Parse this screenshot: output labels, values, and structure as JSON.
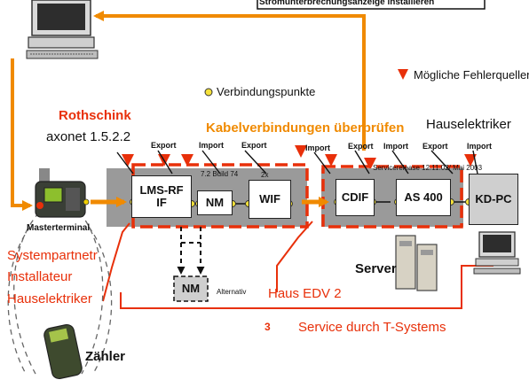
{
  "banner": {
    "text": "Stromunterbrechungsanzeige installieren"
  },
  "legend": {
    "connection_points": "Verbindungspunkte",
    "error_sources": "Mögliche Fehlerquellen"
  },
  "vendor": {
    "name": "Rothschink",
    "software": "axonet 1.5.2.2"
  },
  "cable_check": "Kabelverbindungen überprüfen",
  "hauselektriker_top": "Hauselektriker",
  "boxes": {
    "lms": "LMS-RF IF",
    "nm": "NM",
    "wif": "WIF",
    "cdif": "CDIF",
    "as400": "AS 400",
    "kdpc": "KD-PC",
    "nm_alt": "NM"
  },
  "build_label": "7.2 Build 74",
  "multiplier": "2x",
  "service_release": "Servicerelease 12.11.02/ Mai 2003",
  "export_import": {
    "e1": "Export",
    "i1": "Import",
    "e2": "Export",
    "i2": "Import",
    "e3": "Export",
    "i3": "Import",
    "e4": "Export",
    "i4": "Import"
  },
  "alternativ": "Alternativ",
  "masterterminal": "Masterterminal",
  "roles": {
    "systempartner": "Systempartnetr",
    "installateur": "Installateur",
    "hauselektriker": "Hauselektriker"
  },
  "haus_edv": "Haus EDV 2",
  "server": "Server",
  "service_number": "3",
  "service_text": "Service durch T-Systems",
  "zaehler": "Zähler",
  "colors": {
    "red": "#e8300a",
    "orange": "#f08a00",
    "gray_band": "#9a9a9a",
    "box_bg": "#ffffff"
  }
}
